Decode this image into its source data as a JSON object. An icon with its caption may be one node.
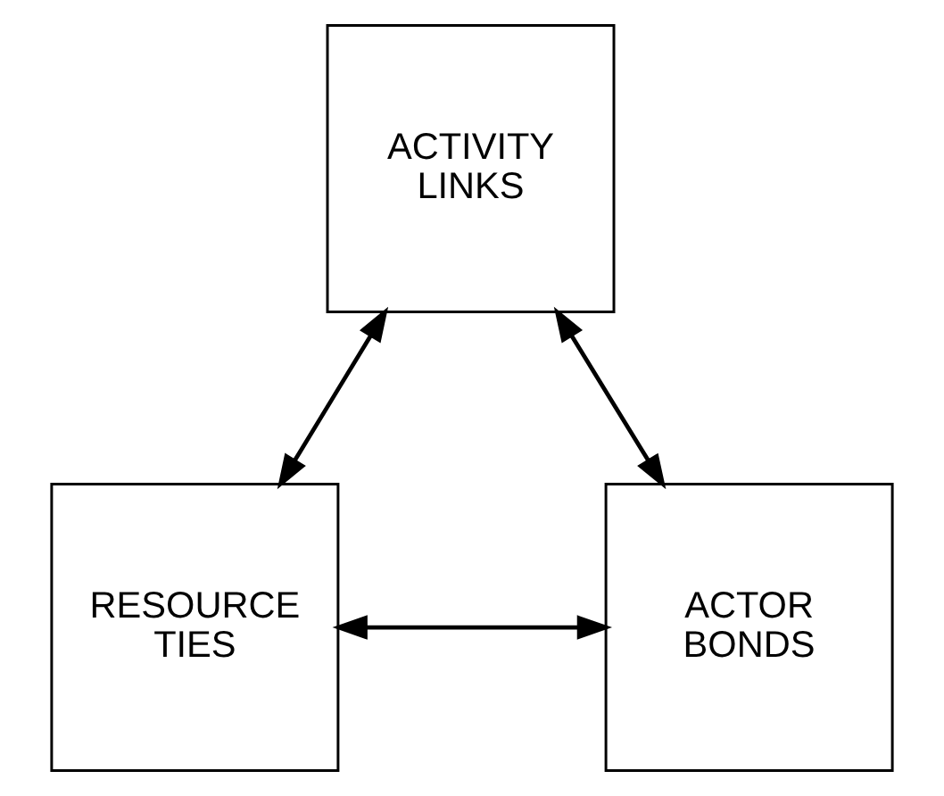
{
  "diagram": {
    "nodes": [
      {
        "text": [
          "ACTIVITY LINKS"
        ]
      },
      {
        "text": [
          "RESOURCE TIES"
        ]
      },
      {
        "text": [
          "ACTOR BONDS"
        ]
      }
    ],
    "edges": [
      {
        "from": 0,
        "to": 1,
        "arrow": "both"
      },
      {
        "from": 0,
        "to": 2,
        "arrow": "both"
      },
      {
        "from": 1,
        "to": 2,
        "arrow": "both"
      }
    ]
  }
}
